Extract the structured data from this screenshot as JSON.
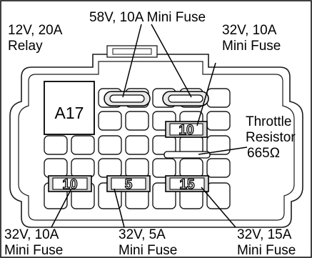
{
  "diagram": {
    "relay": {
      "spec_line1": "12V, 20A",
      "spec_line2": "Relay",
      "id": "A17"
    },
    "top_mini_fuse": "58V, 10A Mini Fuse",
    "top_right_fuse": {
      "line1": "32V, 10A",
      "line2": "Mini Fuse",
      "value": "10"
    },
    "throttle_resistor": {
      "line1": "Throttle",
      "line2": "Resistor",
      "line3": "665Ω"
    },
    "bottom_left_fuse": {
      "line1": "32V, 10A",
      "line2": "Mini Fuse",
      "value": "10"
    },
    "bottom_middle_fuse": {
      "line1": "32V, 5A",
      "line2": "Mini Fuse",
      "value": "5"
    },
    "bottom_right_fuse": {
      "line1": "32V, 15A",
      "line2": "Mini Fuse",
      "value": "15"
    }
  }
}
